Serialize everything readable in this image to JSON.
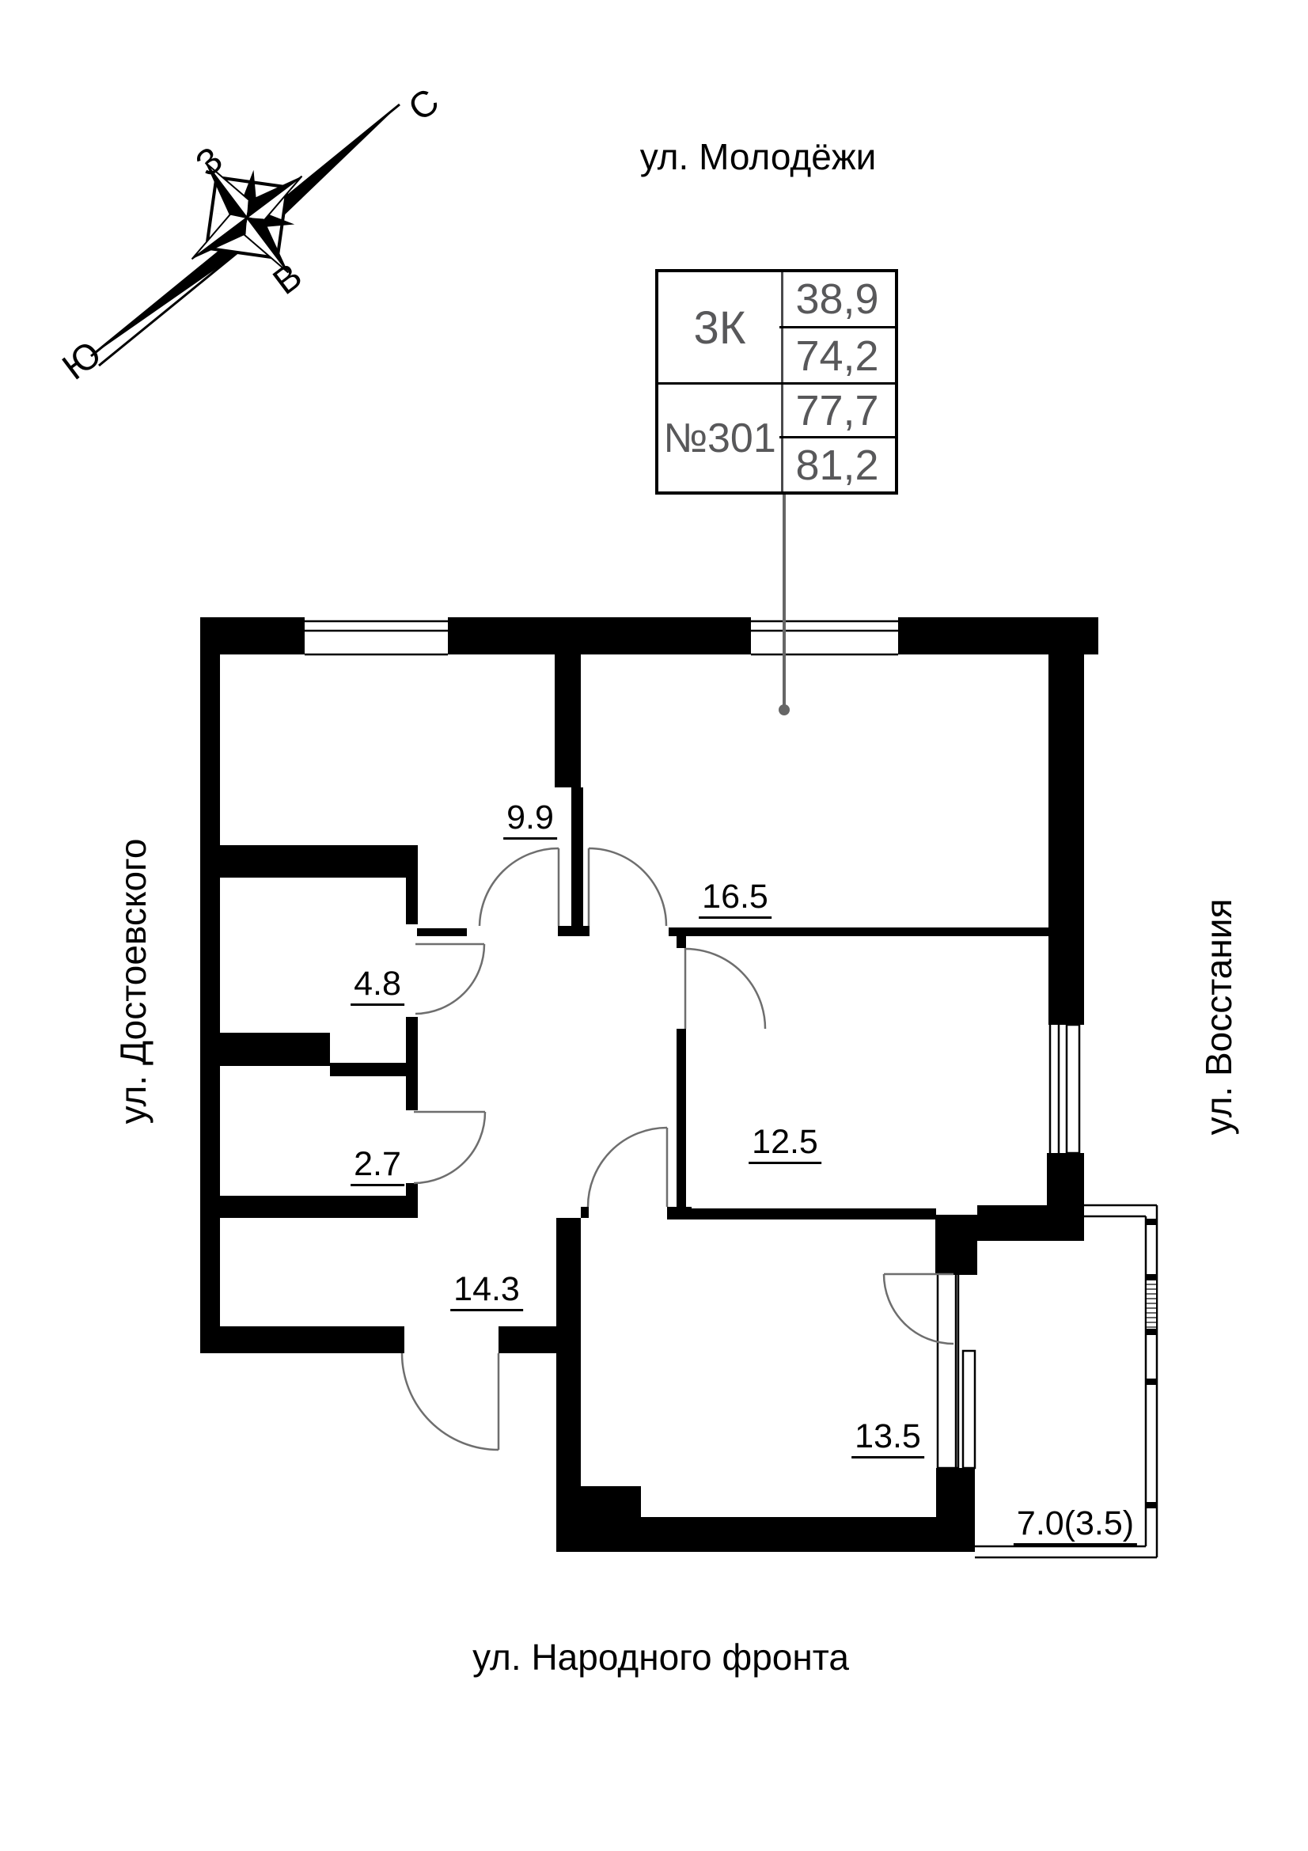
{
  "streets": {
    "top": "ул. Молодёжи",
    "left": "ул. Достоевского",
    "right": "ул. Восстания",
    "bottom": "ул. Народного фронта"
  },
  "compass": {
    "north": "С",
    "south": "Ю",
    "west": "З",
    "east": "В"
  },
  "unit": {
    "type_label": "3К",
    "number": "№301",
    "living_area": "38,9",
    "area_without_balcony": "74,2",
    "area_with_half_balcony": "77,7",
    "total_area": "81,2"
  },
  "rooms": [
    {
      "key": "room-9-9",
      "area": "9.9"
    },
    {
      "key": "room-16-5",
      "area": "16.5"
    },
    {
      "key": "room-4-8",
      "area": "4.8"
    },
    {
      "key": "room-2-7",
      "area": "2.7"
    },
    {
      "key": "room-12-5",
      "area": "12.5"
    },
    {
      "key": "room-14-3",
      "area": "14.3"
    },
    {
      "key": "room-13-5",
      "area": "13.5"
    },
    {
      "key": "balcony",
      "area": "7.0(3.5)"
    }
  ],
  "colors": {
    "wall": "#000000",
    "door": "#6e6e6e",
    "table_text": "#58585a",
    "leader": "#666666"
  }
}
